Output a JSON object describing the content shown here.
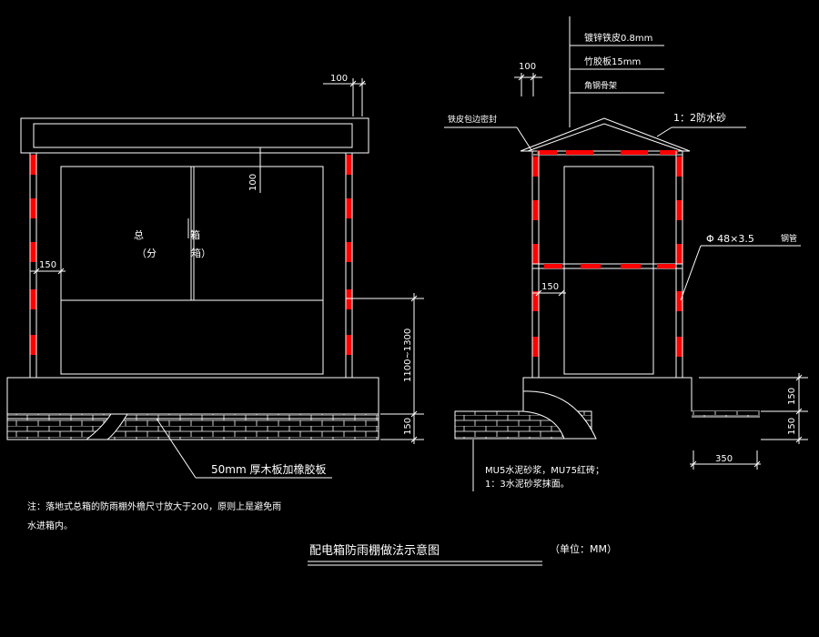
{
  "colors": {
    "background": "#000000",
    "line": "#ffffff",
    "stripe": "#ff0000"
  },
  "front_view": {
    "dim_post_width": "100",
    "dim_top_gap": "100",
    "dim_side_offset": "150",
    "box_label_zong": "总",
    "box_label_fen": "（分",
    "box_label_xiang": "箱",
    "box_label_close": "箱）",
    "dim_height": "1100~1300",
    "dim_base": "150",
    "leader_plank": "50mm 厚木板加橡胶板"
  },
  "side_view": {
    "callout_1": "镀锌铁皮0.8mm",
    "callout_2": "竹胶板15mm",
    "callout_3": "角钢骨架",
    "dim_post_width": "100",
    "label_iron_seal": "铁皮包边密封",
    "label_waterproof": "1：2防水砂",
    "label_pipe_size": "Φ  48×3.5",
    "label_pipe_name": "钢管",
    "dim_side_offset": "150",
    "dim_base_upper": "150",
    "dim_base_lower": "150",
    "dim_foot_width": "350",
    "note_masonry_1": "MU5水泥砂浆，MU75红砖；",
    "note_masonry_2": "1：3水泥砂浆抹面。"
  },
  "notes": {
    "note_line_1": "注：落地式总箱的防雨棚外檐尺寸放大于200，原则上是避免雨",
    "note_line_2": "水进箱内。"
  },
  "title": {
    "main": "配电箱防雨棚做法示意图",
    "unit": "（单位：MM）"
  }
}
